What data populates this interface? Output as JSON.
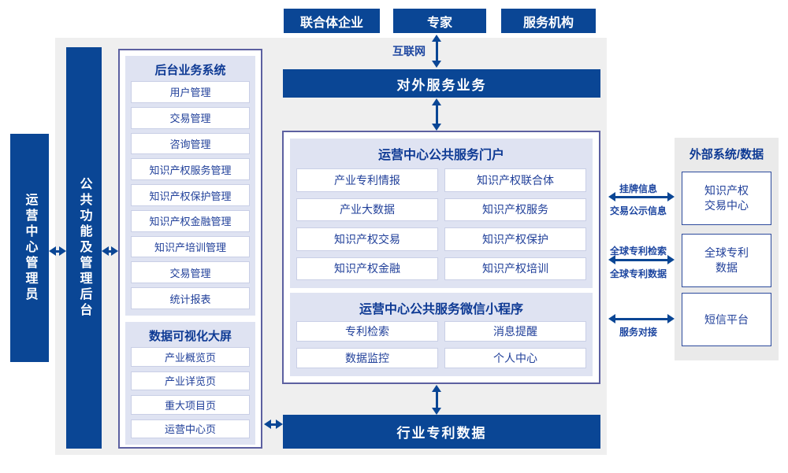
{
  "colors": {
    "primary_blue": "#0a4695",
    "panel_lavender": "#dfe3f2",
    "main_area_gray": "#efefef",
    "right_panel_gray": "#eaeaea",
    "outer_box_border": "#5c60a0",
    "cell_border": "#c9cfe6",
    "text_blue": "#21409a",
    "heading_blue": "#0e3a94"
  },
  "top_actors": {
    "items": [
      "联合体企业",
      "专家",
      "服务机构"
    ],
    "internet_label": "互联网"
  },
  "left_rail": {
    "operator_bar": "运营中心管理员",
    "backend_bar": "公共功能及管理后台"
  },
  "admin_panel": {
    "backend_system": {
      "title": "后台业务系统",
      "items": [
        "用户管理",
        "交易管理",
        "咨询管理",
        "知识产权服务管理",
        "知识产权保护管理",
        "知识产权金融管理",
        "知识产培训管理",
        "交易管理",
        "统计报表"
      ]
    },
    "dashboard": {
      "title": "数据可视化大屏",
      "items": [
        "产业概览页",
        "产业详览页",
        "重大项目页",
        "运营中心页"
      ]
    }
  },
  "center": {
    "external_service_bar": "对外服务业务",
    "portal": {
      "title": "运营中心公共服务门户",
      "items": [
        "产业专利情报",
        "知识产权联合体",
        "产业大数据",
        "知识产权服务",
        "知识产权交易",
        "知识产权保护",
        "知识产权金融",
        "知识产权培训"
      ]
    },
    "miniprogram": {
      "title": "运营中心公共服务微信小程序",
      "items": [
        "专利检索",
        "消息提醒",
        "数据监控",
        "个人中心"
      ]
    },
    "industry_patent_bar": "行业专利数据"
  },
  "external_systems": {
    "title": "外部系统/数据",
    "boxes": [
      "知识产权\n交易中心",
      "全球专利\n数据",
      "短信平台"
    ],
    "links": [
      {
        "label_top": "挂牌信息",
        "label_bottom": "交易公示信息"
      },
      {
        "label_top": "全球专利检索",
        "label_bottom": "全球专利数据"
      },
      {
        "label_bottom": "服务对接"
      }
    ]
  }
}
